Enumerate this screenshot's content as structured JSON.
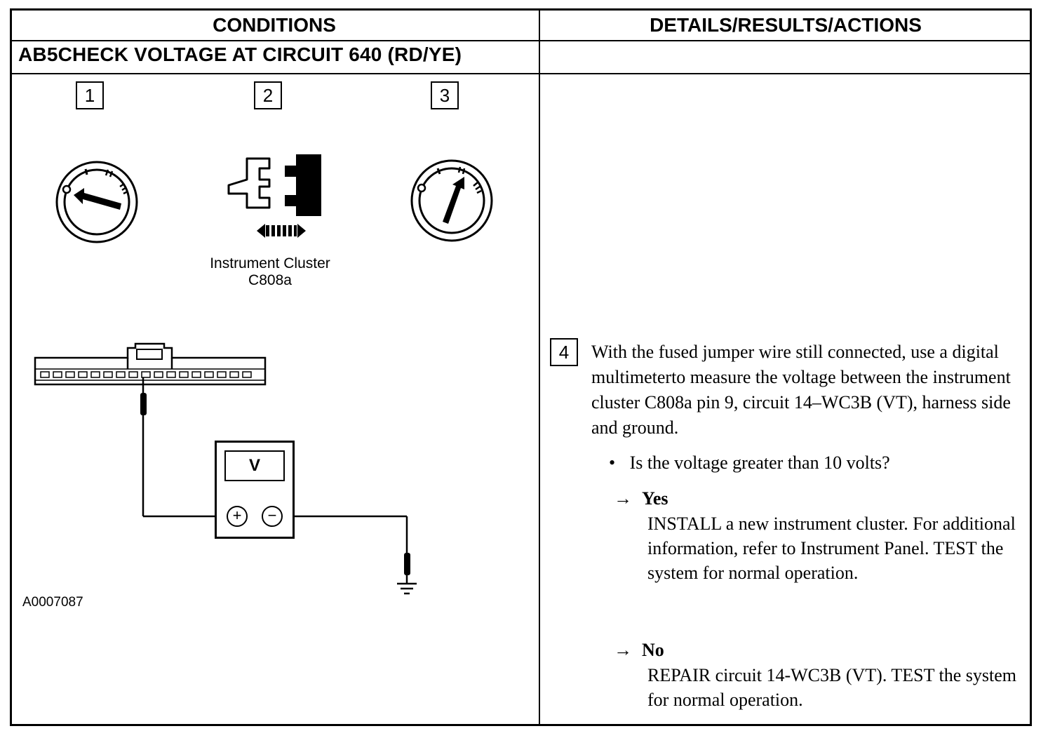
{
  "header": {
    "conditions": "CONDITIONS",
    "details": "DETAILS/RESULTS/ACTIONS"
  },
  "step": {
    "title": "AB5CHECK VOLTAGE AT CIRCUIT 640 (RD/YE)"
  },
  "figure": {
    "steps": [
      "1",
      "2",
      "3"
    ],
    "connector_caption_line1": "Instrument Cluster",
    "connector_caption_line2": "C808a",
    "meter_label": "V",
    "plus_symbol": "+",
    "minus_symbol": "−",
    "figure_id": "A0007087",
    "icons": [
      "ignition-off-icon",
      "connector-disconnect-icon",
      "ignition-run-icon",
      "multimeter-icon",
      "ground-icon"
    ]
  },
  "details": {
    "step_number": "4",
    "instruction": "With the fused jumper wire still connected, use a digital multimeterto measure the voltage between the instrument cluster C808a pin 9, circuit 14–WC3B (VT), harness side and ground.",
    "bullet_symbol": "•",
    "question": "Is the voltage greater than 10 volts?",
    "arrow_symbol": "→",
    "yes_label": "Yes",
    "yes_action": "INSTALL a new instrument cluster. For additional information, refer to Instrument Panel.  TEST the system for  normal operation.",
    "no_label": "No",
    "no_action": "REPAIR circuit 14-WC3B (VT). TEST the system for normal operation."
  }
}
